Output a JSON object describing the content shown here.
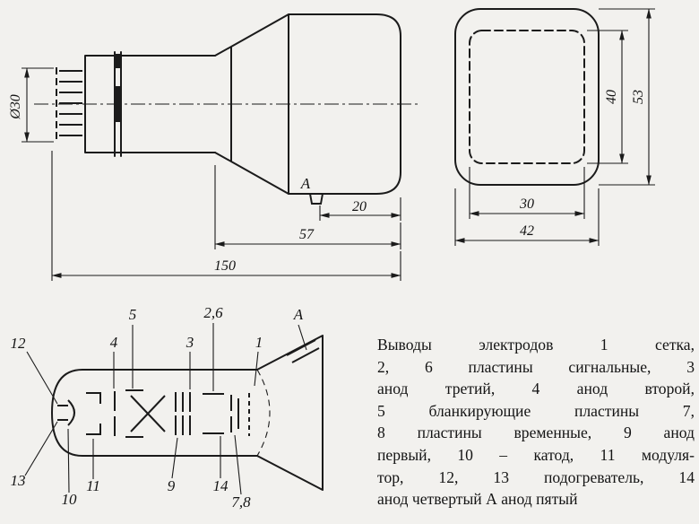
{
  "side_view": {
    "dim_diameter": "Ø30",
    "label_anode": "А",
    "dim_bump_to_face": "20",
    "dim_cone": "57",
    "dim_total": "150"
  },
  "front_view": {
    "dim_inner_height": "40",
    "dim_outer_height": "53",
    "dim_inner_width": "30",
    "dim_outer_width": "42"
  },
  "schematic": {
    "callouts": {
      "c12": "12",
      "c13": "13",
      "c10": "10",
      "c11": "11",
      "c5": "5",
      "c4": "4",
      "c3": "3",
      "c26": "2,6",
      "c9": "9",
      "c14": "14",
      "c1": "1",
      "c78": "7,8",
      "cA": "А"
    }
  },
  "description": {
    "lines": [
      "Выводы электродов 1 сетка,",
      "2, 6 пластины сигнальные, 3",
      "анод третий, 4 анод второй,",
      "5 бланкирующие пластины 7,",
      "8 пластины временные, 9 анод",
      "первый, 10 – катод, 11 модуля-",
      "тор, 12, 13 подогреватель, 14",
      "анод четвертый А анод пятый"
    ]
  }
}
